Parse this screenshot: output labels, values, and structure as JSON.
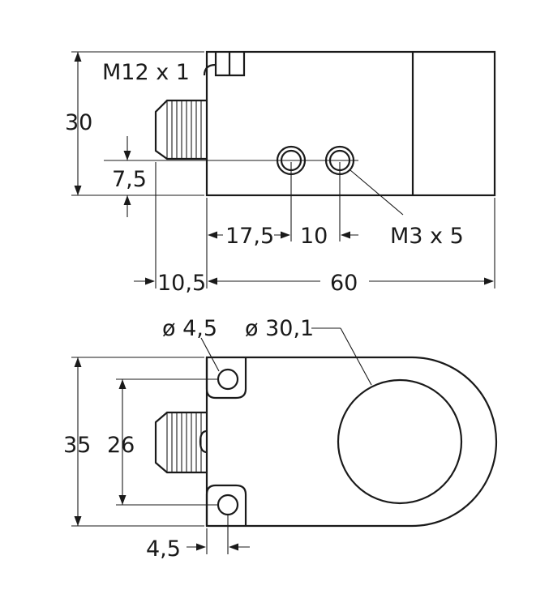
{
  "top_view": {
    "thread_label": "M12 x 1",
    "height_label": "30",
    "offset_label": "7,5",
    "hole_pos_label": "17,5",
    "hole_spacing_label": "10",
    "hole_thread_label": "M3 x 5",
    "connector_len_label": "10,5",
    "length_label": "60"
  },
  "bottom_view": {
    "small_hole_label": "ø 4,5",
    "bore_label": "ø 30,1",
    "width_label": "35",
    "hole_spacing_label": "26",
    "hole_edge_label": "4,5"
  }
}
